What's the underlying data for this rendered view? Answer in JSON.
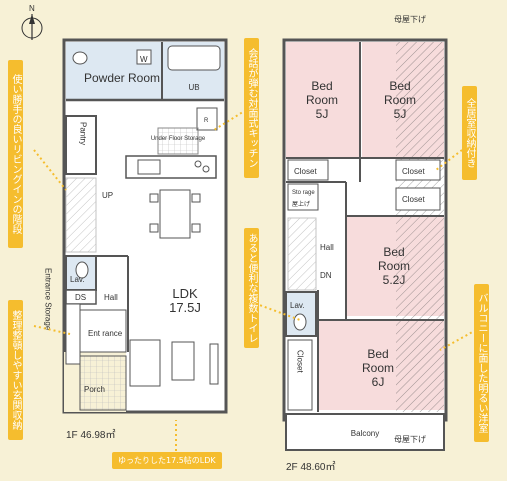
{
  "compass": {
    "north": "N"
  },
  "floor1": {
    "area": "1F 46.98㎡",
    "rooms": {
      "powder": "Powder Room",
      "washer": "W",
      "ub": "UB",
      "pantry": "Pantry",
      "fridge": "R",
      "underfloor": "Under Floor Storage",
      "up": "UP",
      "ldk_name": "LDK",
      "ldk_size": "17.5J",
      "lav": "Lav.",
      "hall": "Hall",
      "ds": "DS",
      "entrance": "Ent rance",
      "entrance_storage": "Entrance Storage",
      "porch": "Porch"
    }
  },
  "floor2": {
    "area": "2F 48.60㎡",
    "roof_label_top": "母屋下げ",
    "roof_label_bottom": "母屋下げ",
    "rooms": {
      "bed_a": [
        "Bed",
        "Room",
        "5J"
      ],
      "bed_b": [
        "Bed",
        "Room",
        "5J"
      ],
      "bed_c": [
        "Bed",
        "Room",
        "5.2J"
      ],
      "bed_d": [
        "Bed",
        "Room",
        "6J"
      ],
      "closet_1": "Closet",
      "closet_2": "Closet",
      "closet_3": "Closet",
      "closet_4": "Closet",
      "storage": "Sto rage",
      "storage_sub": "屋上げ",
      "hall": "Hall",
      "dn": "DN",
      "lav": "Lav.",
      "balcony": "Balcony"
    }
  },
  "callouts": {
    "stairs": "使い勝手の良いリビングインの階段",
    "entrance_storage": "整理整頓しやすい玄関収納",
    "kitchen": "会話が弾む対面式キッチン",
    "toilet": "あると便利な複数トイレ",
    "ldk": "ゆったりした17.5帖のLDK",
    "closets": "全居室収納付き",
    "balcony": "バルコニーに面した明るい洋室"
  },
  "colors": {
    "background": "#f7f1d6",
    "callout": "#f5bd2e",
    "bedroom": "#f7dcdc",
    "wet": "#dde8f2",
    "wall": "#555555"
  }
}
